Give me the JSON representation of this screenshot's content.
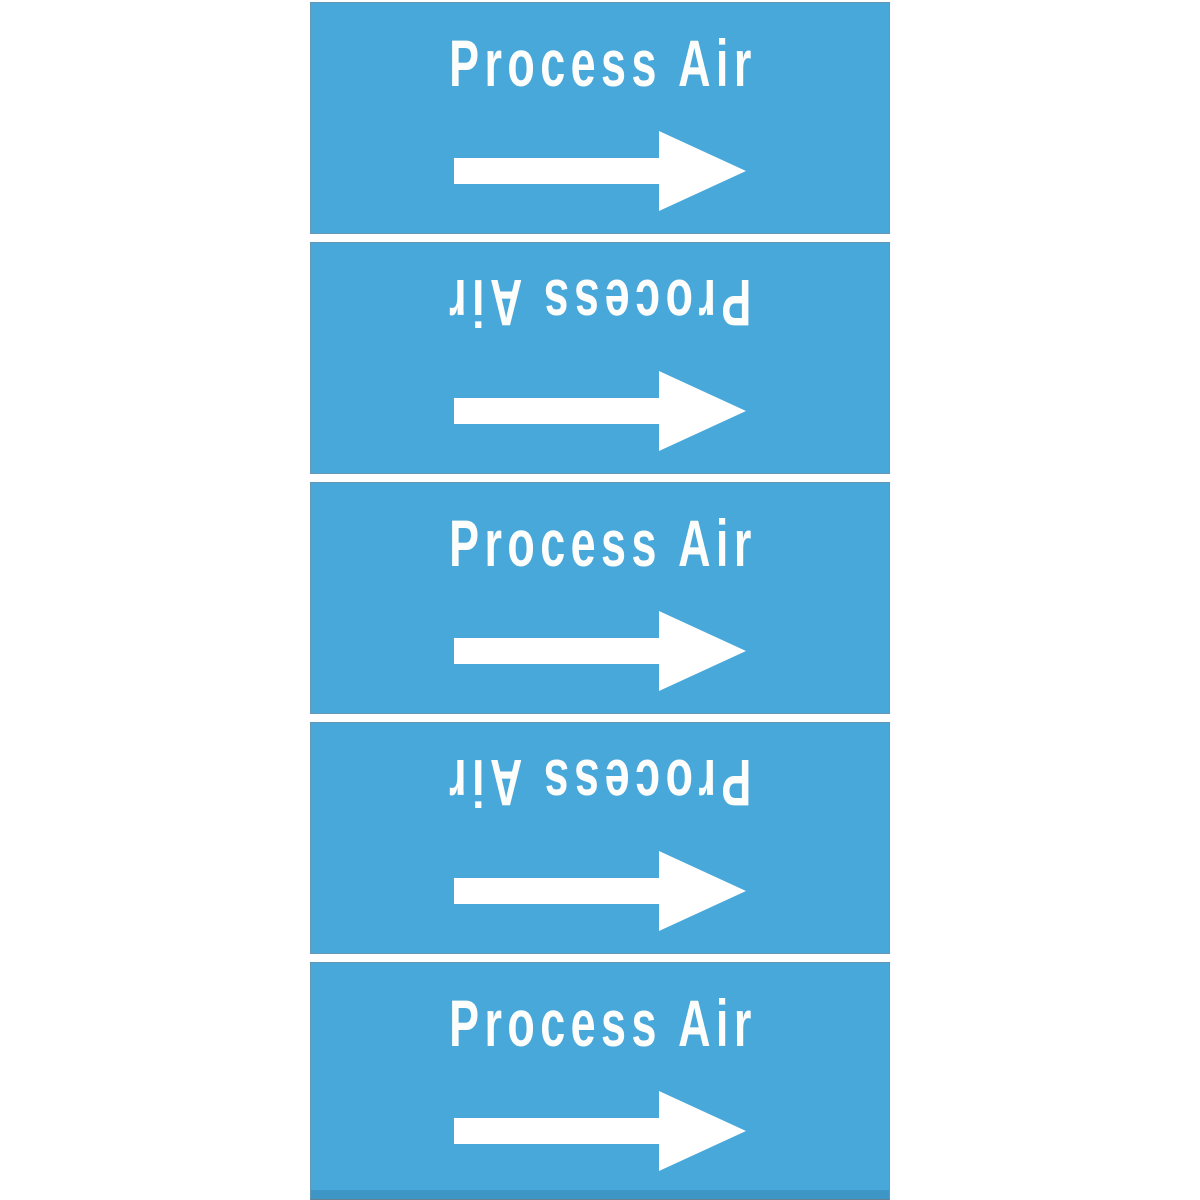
{
  "labels": [
    {
      "text": "Process Air",
      "text_orientation": "upright",
      "arrow_direction": "right"
    },
    {
      "text": "Process Air",
      "text_orientation": "inverted",
      "arrow_direction": "right"
    },
    {
      "text": "Process Air",
      "text_orientation": "upright",
      "arrow_direction": "right"
    },
    {
      "text": "Process Air",
      "text_orientation": "inverted",
      "arrow_direction": "right"
    },
    {
      "text": "Process Air",
      "text_orientation": "upright",
      "arrow_direction": "right"
    }
  ],
  "colors": {
    "label_background": "#49a8da",
    "label_text": "#fdfdfc",
    "arrow_color": "#ffffff",
    "page_background": "#ffffff"
  }
}
